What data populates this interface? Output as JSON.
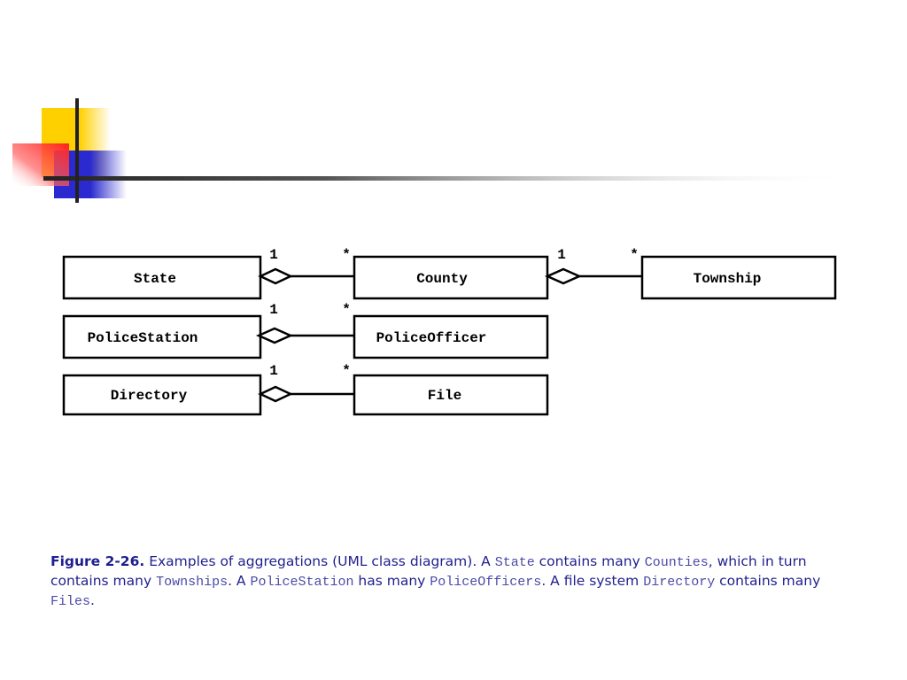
{
  "diagram": {
    "classes": {
      "state": "State",
      "county": "County",
      "township": "Township",
      "police_station": "PoliceStation",
      "police_officer": "PoliceOfficer",
      "directory": "Directory",
      "file": "File"
    },
    "associations": [
      {
        "whole": "State",
        "part": "County",
        "whole_mult": "1",
        "part_mult": "*"
      },
      {
        "whole": "County",
        "part": "Township",
        "whole_mult": "1",
        "part_mult": "*"
      },
      {
        "whole": "PoliceStation",
        "part": "PoliceOfficer",
        "whole_mult": "1",
        "part_mult": "*"
      },
      {
        "whole": "Directory",
        "part": "File",
        "whole_mult": "1",
        "part_mult": "*"
      }
    ]
  },
  "caption": {
    "label": "Figure 2-26.",
    "t1": " Examples of aggregations (UML class diagram). A ",
    "c1": "State",
    "t2": " contains many ",
    "c2": "Counties",
    "t3": ", which in turn contains many ",
    "c3": "Townships",
    "t4": ". A ",
    "c4": "PoliceStation",
    "t5": " has many ",
    "c5": "PoliceOfficers",
    "t6": ". A file system ",
    "c6": "Directory",
    "t7": " contains many ",
    "c7": "Files",
    "t8": "."
  },
  "colors": {
    "yellow": "#ffd000",
    "red": "#ff2020",
    "blue": "#2a2ad0",
    "caption_text": "#1f1f8f"
  }
}
